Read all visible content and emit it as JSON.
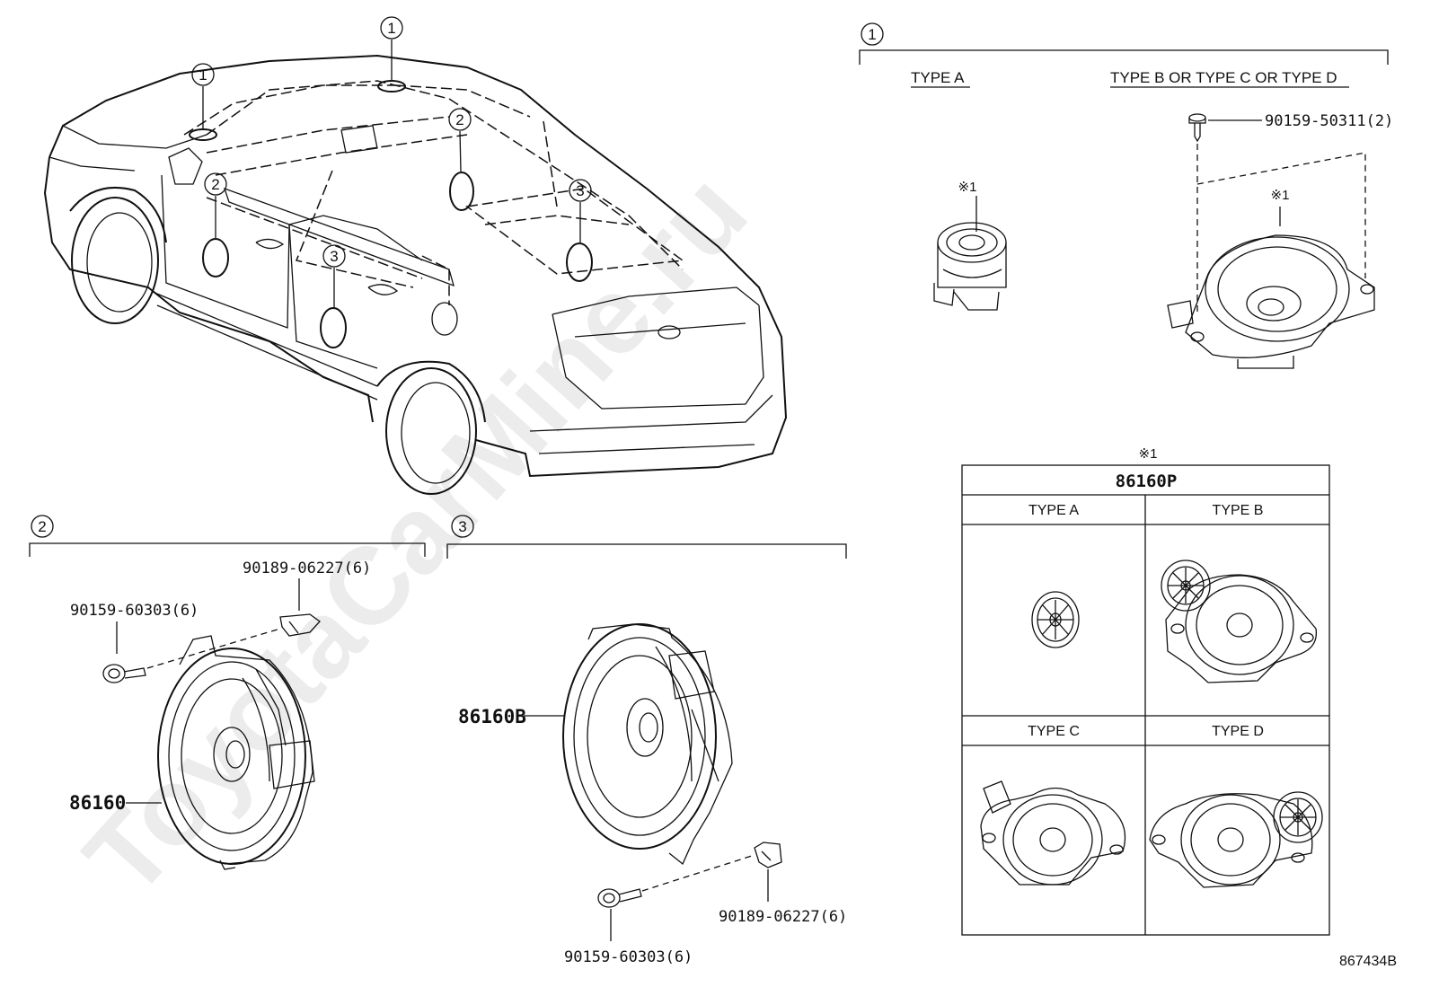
{
  "watermark": "ToyotaCarMine.ru",
  "drawing_code": "867434B",
  "callouts": {
    "c1": "1",
    "c2": "2",
    "c3": "3"
  },
  "section1": {
    "number": "1",
    "type_a": "TYPE A",
    "type_bcd": "TYPE B OR TYPE C OR TYPE D",
    "screw": "90159-50311(2)",
    "note_a": "※1",
    "note_b": "※1"
  },
  "section2": {
    "number": "2",
    "clip": "90189-06227(6)",
    "screw": "90159-60303(6)",
    "speaker": "86160"
  },
  "section3": {
    "number": "3",
    "speaker": "86160B",
    "clip": "90189-06227(6)",
    "screw": "90159-60303(6)"
  },
  "table": {
    "note": "※1",
    "part": "86160P",
    "cells": [
      "TYPE A",
      "TYPE B",
      "TYPE C",
      "TYPE D"
    ]
  }
}
